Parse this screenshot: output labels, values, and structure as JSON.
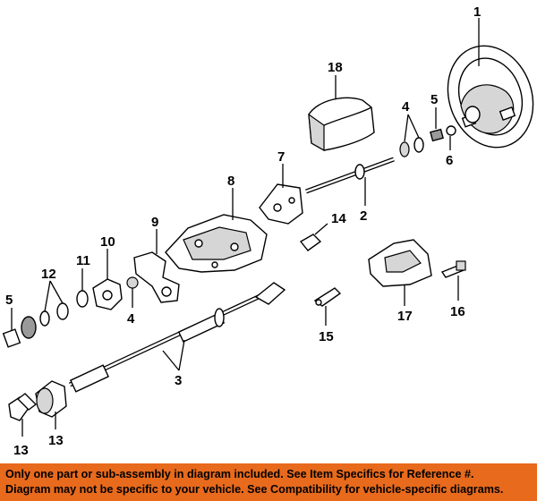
{
  "callouts": {
    "c1": "1",
    "c2": "2",
    "c3": "3",
    "c4a": "4",
    "c4b": "4",
    "c5a": "5",
    "c5b": "5",
    "c6": "6",
    "c7": "7",
    "c8": "8",
    "c9": "9",
    "c10": "10",
    "c11": "11",
    "c12": "12",
    "c13a": "13",
    "c13b": "13",
    "c14": "14",
    "c15": "15",
    "c16": "16",
    "c17": "17",
    "c18": "18"
  },
  "disclaimer": {
    "line1": "Only one part or sub-assembly in diagram included. See Item Specifics for Reference #.",
    "line2": "Diagram may not be specific to your vehicle. See Compatibility for vehicle-specific diagrams."
  },
  "colors": {
    "banner": "#e86a1c",
    "line": "#000000",
    "background": "#ffffff"
  }
}
